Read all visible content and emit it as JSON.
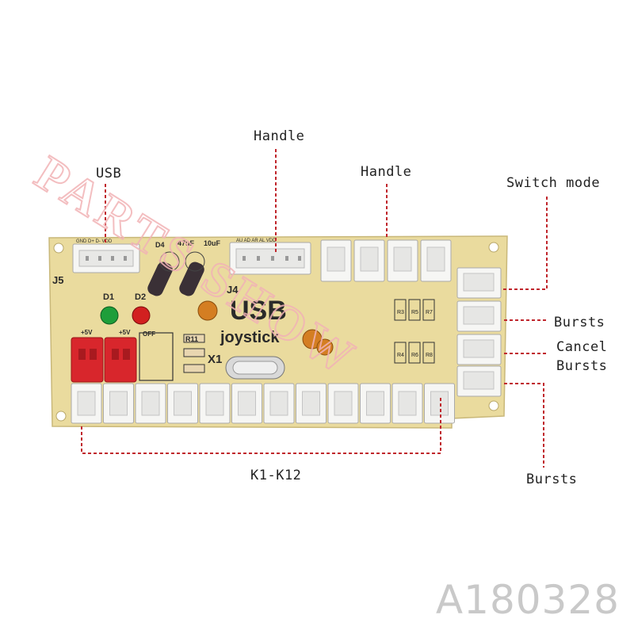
{
  "callouts": {
    "usb": "USB",
    "handle_left": "Handle",
    "handle_right": "Handle",
    "switch_mode": "Switch mode",
    "bursts_top": "Bursts",
    "cancel_bursts_line1": "Cancel",
    "cancel_bursts_line2": "Bursts",
    "bursts_bottom": "Bursts",
    "k1_k12": "K1-K12"
  },
  "board": {
    "title": "USB",
    "subtitle": "joystick",
    "ref_j5": "J5",
    "ref_j4": "J4",
    "ref_x1": "X1",
    "ref_d1": "D1",
    "ref_d2": "D2",
    "ref_d4": "D4",
    "ref_r11": "R11",
    "cap_47uf": "47uF",
    "cap_10uf": "10uF",
    "usb_pins": "GND D+ D- VDD",
    "handle_pins": "AU AD AR AL VDD",
    "plus5v_a": "+5V",
    "plus5v_b": "+5V",
    "off": "OFF",
    "resistors": [
      "R3",
      "R5",
      "R7",
      "R4",
      "R6",
      "R8"
    ]
  },
  "watermark": "PARTS SHOW",
  "image_code": "A180328",
  "colors": {
    "board": "#eadb9e",
    "connector": "#f4f4f2",
    "red_switch": "#d8262c",
    "callout_line": "#c0262c",
    "led_green": "#1e9e3a",
    "led_red": "#d22020"
  }
}
